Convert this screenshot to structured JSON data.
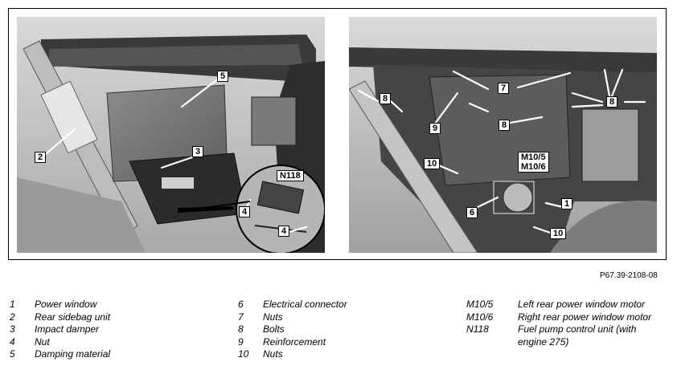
{
  "figure_ref": "P67.39-2108-08",
  "callouts": {
    "left": [
      "5",
      "3",
      "2",
      "4",
      "4"
    ],
    "inset": "N118",
    "right": [
      "8",
      "7",
      "8",
      "8",
      "9",
      "10",
      "M10/5",
      "M10/6",
      "1",
      "6",
      "10"
    ]
  },
  "legend": {
    "col1": [
      {
        "key": "1",
        "text": "Power window"
      },
      {
        "key": "2",
        "text": "Rear sidebag unit"
      },
      {
        "key": "3",
        "text": "Impact damper"
      },
      {
        "key": "4",
        "text": "Nut"
      },
      {
        "key": "5",
        "text": "Damping material"
      }
    ],
    "col2": [
      {
        "key": "6",
        "text": "Electrical connector"
      },
      {
        "key": "7",
        "text": "Nuts"
      },
      {
        "key": "8",
        "text": "Bolts"
      },
      {
        "key": "9",
        "text": "Reinforcement"
      },
      {
        "key": "10",
        "text": "Nuts"
      }
    ],
    "col3": [
      {
        "key": "M10/5",
        "text": "Left rear power window motor"
      },
      {
        "key": "M10/6",
        "text": "Right rear power window motor"
      },
      {
        "key": "N118",
        "text": "Fuel pump control unit (with"
      },
      {
        "key": "",
        "text": "engine 275)"
      }
    ]
  }
}
